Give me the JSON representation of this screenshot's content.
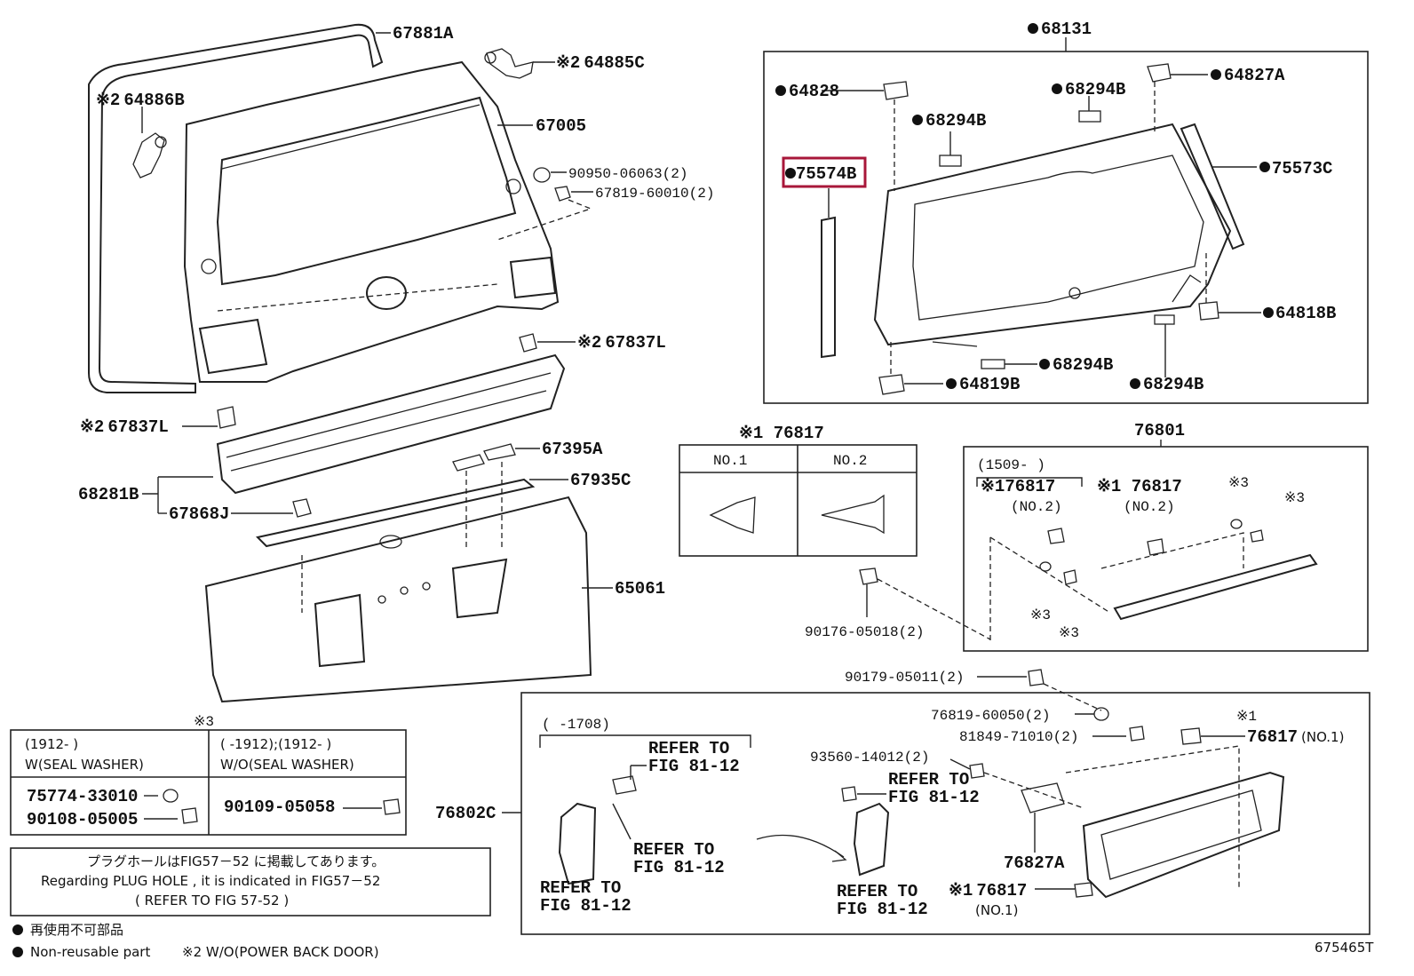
{
  "diagram_code": "675465T",
  "highlight_color": "#a8173a",
  "parts": {
    "weatherstrip": "67881A",
    "hinge_cover_right": "64885C",
    "hinge_cover_left": "64886B",
    "back_door_panel": "67005",
    "plug": "90950-06063(2)",
    "cushion": "67819-60010(2)",
    "bracket_right": "67837L",
    "bracket_left": "67837L",
    "garnish_assy": "68281B",
    "clip_a": "67868J",
    "seal_a": "67395A",
    "seal_c": "67935C",
    "lower_panel": "65061",
    "glass_assy": "68131",
    "holder_left": "64828",
    "spacer_1": "68294B",
    "spacer_2": "68294B",
    "holder_right": "64827A",
    "moulding_left": "75574B",
    "moulding_right": "75573C",
    "holder_lower_right": "64818B",
    "spacer_3": "68294B",
    "spacer_4": "68294B",
    "holder_lower_left": "64819B",
    "clip_table_part": "76817",
    "garnish_part": "76801",
    "screw_1": "90176-05018(2)",
    "screw_2": "90179-05011(2)",
    "washer": "76819-60050(2)",
    "nut": "81849-71010(2)",
    "bolt": "93560-14012(2)",
    "clip_no1_right": "76817",
    "clip_no1_bottom": "76817",
    "plate_garnish": "76802C",
    "latch": "76827A"
  },
  "marks": {
    "x2": "※2",
    "x1": "※1",
    "x3": "※3"
  },
  "clip_table": {
    "header": "※1 76817",
    "col1": "NO.1",
    "col2": "NO.2"
  },
  "garnish_box": {
    "date_range": "(1509-      )",
    "clip_a": "※176817",
    "clip_a_no": "(NO.2)",
    "clip_b": "※1 76817",
    "clip_b_no": "(NO.2)"
  },
  "lower_box": {
    "date_range": "(      -1708)",
    "refer": "REFER TO",
    "fig": "FIG 81-12",
    "no1": "(NO.1)"
  },
  "washer_table": {
    "mark": "※3",
    "h1": "(1912-      )",
    "h1b": "W(SEAL WASHER)",
    "h2": "(      -1912);(1912-      )",
    "h2b": "W/O(SEAL WASHER)",
    "p1": "75774-33010",
    "p2": "90108-05005",
    "p3": "90109-05058"
  },
  "note": {
    "jp": "プラグホールはFIG57－52 に掲載してあります。",
    "en": "Regarding PLUG HOLE , it is indicated in FIG57－52",
    "ref": "(    REFER TO FIG 57-52  )"
  },
  "legend": {
    "jp": "再使用不可部品",
    "en": "Non-reusable part",
    "x2": "※2 W/O(POWER BACK DOOR)"
  }
}
